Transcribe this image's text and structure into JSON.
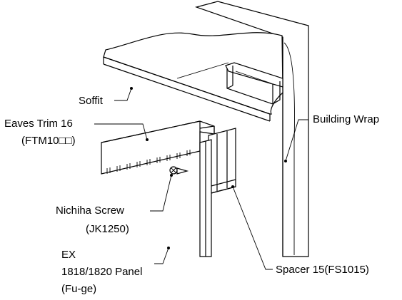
{
  "labels": {
    "soffit": "Soffit",
    "eaves_trim_1": "Eaves Trim 16",
    "eaves_trim_2": "(FTM10□□)",
    "building_wrap": "Building Wrap",
    "screw_1": "Nichiha Screw",
    "screw_2": "(JK1250)",
    "panel_1": "EX",
    "panel_2": "1818/1820 Panel",
    "panel_3": "(Fu-ge)",
    "spacer": "Spacer 15(FS1015)"
  },
  "colors": {
    "line": "#000000",
    "background": "#ffffff"
  }
}
